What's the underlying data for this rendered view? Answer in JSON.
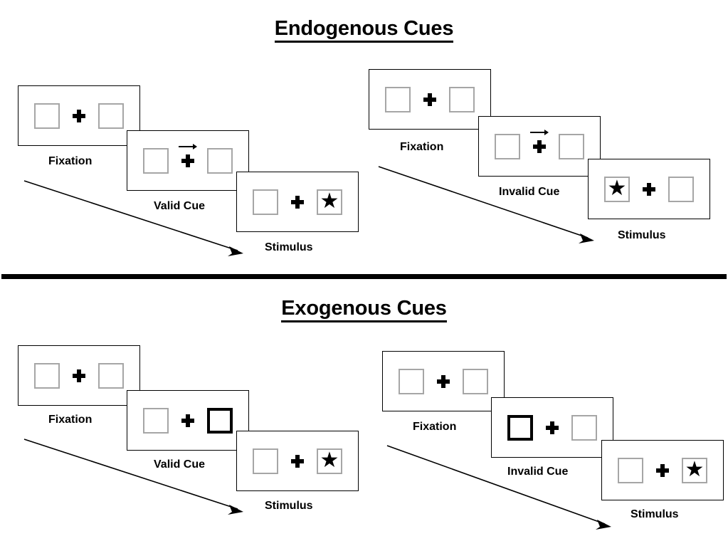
{
  "sections": [
    {
      "id": "endogenous",
      "title": "Endogenous Cues",
      "columns": [
        {
          "id": "endogenous-valid",
          "stages": [
            {
              "caption": "Fixation",
              "left_box": "empty",
              "right_box": "empty",
              "cue_arrow": false
            },
            {
              "caption": "Valid Cue",
              "left_box": "empty",
              "right_box": "empty",
              "cue_arrow": true
            },
            {
              "caption": "Stimulus",
              "left_box": "empty",
              "right_box": "star",
              "cue_arrow": false
            }
          ]
        },
        {
          "id": "endogenous-invalid",
          "stages": [
            {
              "caption": "Fixation",
              "left_box": "empty",
              "right_box": "empty",
              "cue_arrow": false
            },
            {
              "caption": "Invalid Cue",
              "left_box": "empty",
              "right_box": "empty",
              "cue_arrow": true
            },
            {
              "caption": "Stimulus",
              "left_box": "star",
              "right_box": "empty",
              "cue_arrow": false
            }
          ]
        }
      ]
    },
    {
      "id": "exogenous",
      "title": "Exogenous Cues",
      "columns": [
        {
          "id": "exogenous-valid",
          "stages": [
            {
              "caption": "Fixation",
              "left_box": "empty",
              "right_box": "empty",
              "cue_arrow": false
            },
            {
              "caption": "Valid Cue",
              "left_box": "empty",
              "right_box": "cued",
              "cue_arrow": false
            },
            {
              "caption": "Stimulus",
              "left_box": "empty",
              "right_box": "star",
              "cue_arrow": false
            }
          ]
        },
        {
          "id": "exogenous-invalid",
          "stages": [
            {
              "caption": "Fixation",
              "left_box": "empty",
              "right_box": "empty",
              "cue_arrow": false
            },
            {
              "caption": "Invalid Cue",
              "left_box": "cued",
              "right_box": "empty",
              "cue_arrow": false
            },
            {
              "caption": "Stimulus",
              "left_box": "empty",
              "right_box": "star",
              "cue_arrow": false
            }
          ]
        }
      ]
    }
  ],
  "glyphs": {
    "star": "★",
    "cue_arrow": "right-arrow"
  },
  "colors": {
    "ink": "#000000",
    "box_border": "#a6a6a6",
    "cued_box_border": "#000000",
    "background": "#ffffff"
  }
}
